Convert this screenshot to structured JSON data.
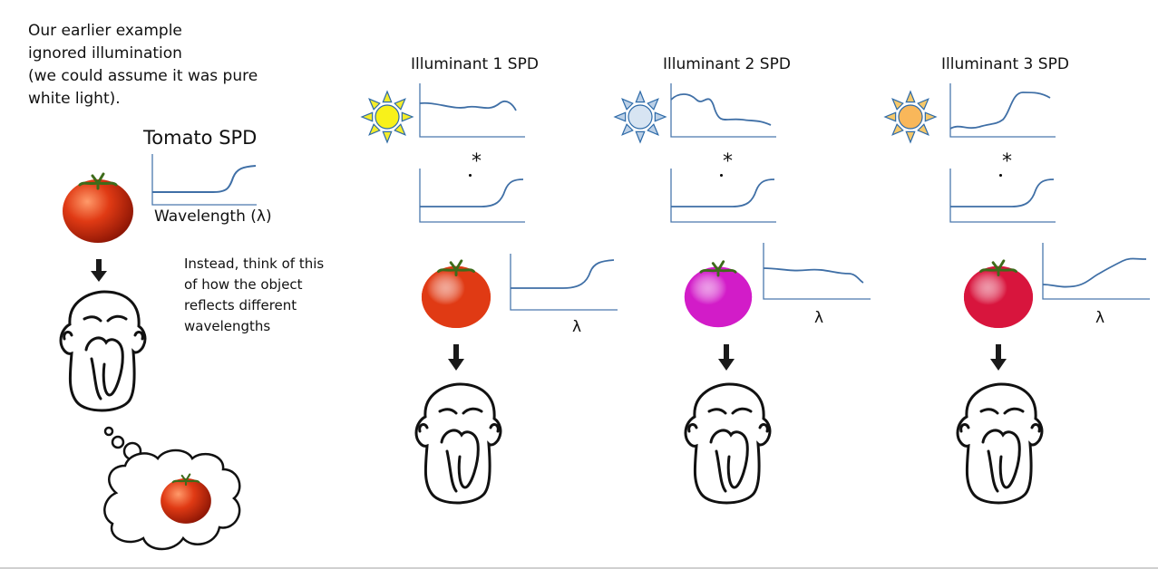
{
  "intro": {
    "lines": [
      "Our earlier example",
      "ignored illumination",
      "(we could assume it was pure",
      "white light)."
    ]
  },
  "tomato": {
    "title": "Tomato SPD",
    "axis_label": "Wavelength (λ)"
  },
  "note": {
    "lines": [
      "Instead, think of this",
      "of how the object",
      "reflects different",
      "wavelengths"
    ]
  },
  "illuminants": [
    {
      "title": "Illuminant 1 SPD",
      "sun_color": "#f8f11a",
      "ray_color": "#f4ec2a",
      "tomato_color": "#e03a14",
      "lambda": "λ",
      "star": "*"
    },
    {
      "title": "Illuminant 2 SPD",
      "sun_color": "#d7e4f2",
      "ray_color": "#bcd0e6",
      "tomato_color": "#d21cc8",
      "lambda": "λ",
      "star": "*"
    },
    {
      "title": "Illuminant 3 SPD",
      "sun_color": "#f9b75a",
      "ray_color": "#f6c86a",
      "tomato_color": "#d8153d",
      "lambda": "λ",
      "star": "*"
    }
  ],
  "colors": {
    "curve": "#3f6fa6",
    "axis": "#4a78ad",
    "arrow": "#1a1a1a",
    "sun_outline": "#2d6aa8"
  }
}
